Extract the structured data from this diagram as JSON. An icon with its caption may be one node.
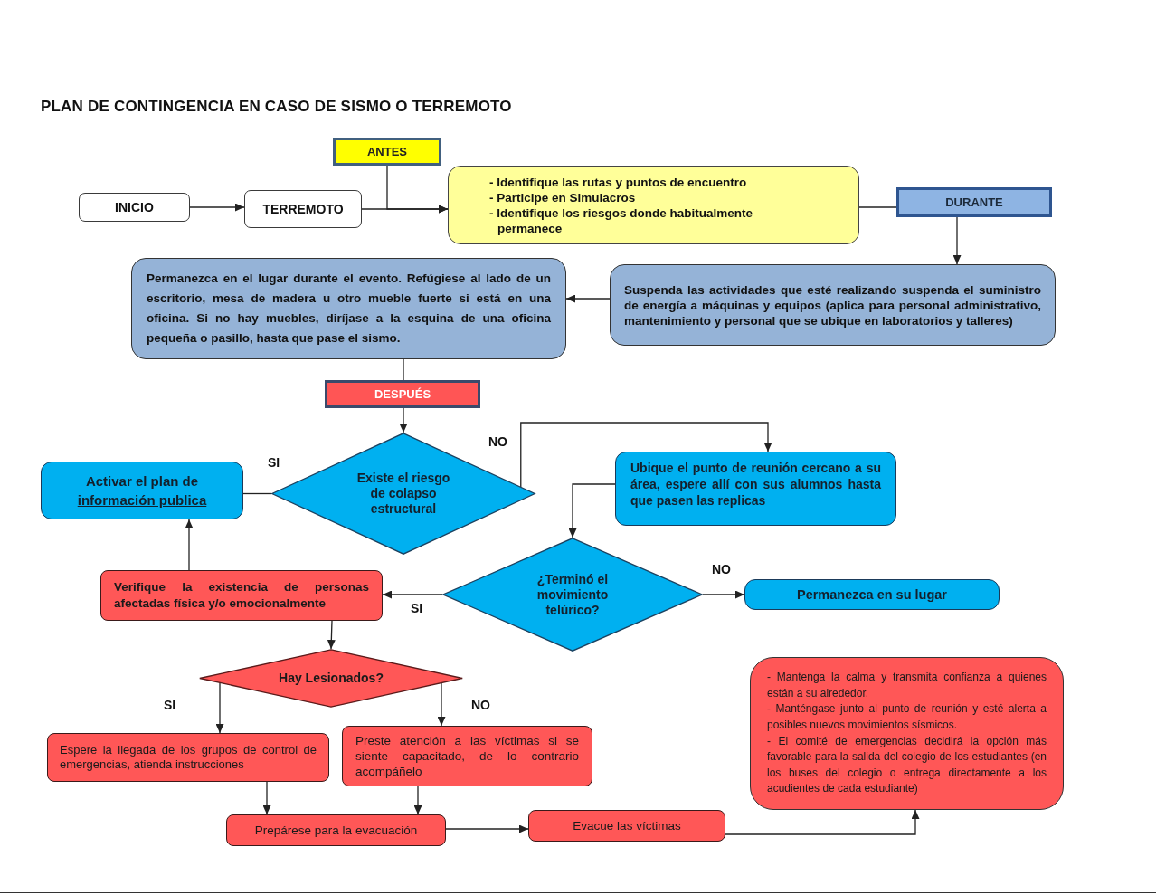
{
  "diagram": {
    "title": "PLAN DE CONTINGENCIA EN CASO DE SISMO O TERREMOTO",
    "nodes": [
      {
        "text": [
          "INICIO"
        ]
      },
      {
        "text": [
          "TERREMOTO"
        ]
      },
      {
        "text": [
          "ANTES"
        ]
      },
      {
        "text": [
          "- Identifique las rutas y puntos de encuentro",
          "- Participe en Simulacros",
          "- Identifique los riesgos donde habitualmente permanece"
        ]
      },
      {
        "text": [
          "DURANTE"
        ]
      },
      {
        "text": [
          "Suspenda las actividades que esté realizando suspenda el suministro de energía a máquinas y equipos (aplica para personal administrativo, mantenimiento y personal que se ubique en laboratorios y talleres)"
        ]
      },
      {
        "text": [
          "Permanezca en el lugar durante el evento. Refúgiese al lado de un escritorio, mesa de madera u otro mueble fuerte si está en una oficina. Si no hay muebles, diríjase a la esquina de una oficina pequeña o pasillo, hasta que pase el sismo."
        ]
      },
      {
        "text": [
          "DESPUÉS"
        ]
      },
      {
        "text": [
          "Existe el riesgo de colapso estructural"
        ]
      },
      {
        "text": [
          "Activar el plan de",
          "información publica"
        ]
      },
      {
        "text": [
          "Ubique el punto de reunión cercano a su área, espere allí con sus alumnos hasta que pasen las replicas"
        ]
      },
      {
        "text": [
          "¿Terminó el movimiento telúrico?"
        ]
      },
      {
        "text": [
          "Permanezca en su lugar"
        ]
      },
      {
        "text": [
          "Verifique la existencia de personas afectadas física y/o emocionalmente"
        ]
      },
      {
        "text": [
          "Hay Lesionados?"
        ]
      },
      {
        "text": [
          "Espere la llegada de los grupos de control de emergencias, atienda instrucciones"
        ]
      },
      {
        "text": [
          "Preste atención a las víctimas si se siente capacitado, de lo contrario acompáñelo"
        ]
      },
      {
        "text": [
          "Prepárese para la evacuación"
        ]
      },
      {
        "text": [
          "Evacue las víctimas"
        ]
      },
      {
        "text": [
          "- Mantenga la calma y transmita confianza a quienes están a su alrededor.",
          "- Manténgase junto al punto de reunión y esté alerta a posibles nuevos movimientos sísmicos.",
          "- El comité de emergencias decidirá la opción más favorable para la salida del colegio de los estudiantes (en los buses del colegio o entrega directamente a los acudientes de cada estudiante)"
        ]
      }
    ],
    "edges": [
      {
        "from": 0,
        "to": 1,
        "arrow": "to"
      },
      {
        "from": 1,
        "to": 3,
        "arrow": "to"
      },
      {
        "from": 2,
        "to": 3,
        "arrow": "to"
      },
      {
        "from": 3,
        "to": 4,
        "arrow": "none"
      },
      {
        "from": 4,
        "to": 5,
        "arrow": "to"
      },
      {
        "from": 5,
        "to": 6,
        "arrow": "to"
      },
      {
        "from": 6,
        "to": 7,
        "arrow": "none"
      },
      {
        "from": 7,
        "to": 8,
        "arrow": "to"
      },
      {
        "from": 8,
        "to": 9,
        "label": "SI",
        "arrow": "none"
      },
      {
        "from": 8,
        "to": 10,
        "label": "NO",
        "arrow": "to"
      },
      {
        "from": 10,
        "to": 11,
        "arrow": "to"
      },
      {
        "from": 11,
        "to": 12,
        "label": "NO",
        "arrow": "to"
      },
      {
        "from": 11,
        "to": 13,
        "label": "SI",
        "arrow": "to"
      },
      {
        "from": 13,
        "to": 9,
        "arrow": "to"
      },
      {
        "from": 13,
        "to": 14,
        "arrow": "to"
      },
      {
        "from": 14,
        "to": 15,
        "label": "SI",
        "arrow": "to"
      },
      {
        "from": 14,
        "to": 16,
        "label": "NO",
        "arrow": "to"
      },
      {
        "from": 15,
        "to": 17,
        "arrow": "to"
      },
      {
        "from": 16,
        "to": 17,
        "arrow": "to"
      },
      {
        "from": 17,
        "to": 18,
        "arrow": "to"
      },
      {
        "from": 18,
        "to": 19,
        "arrow": "to"
      }
    ]
  }
}
